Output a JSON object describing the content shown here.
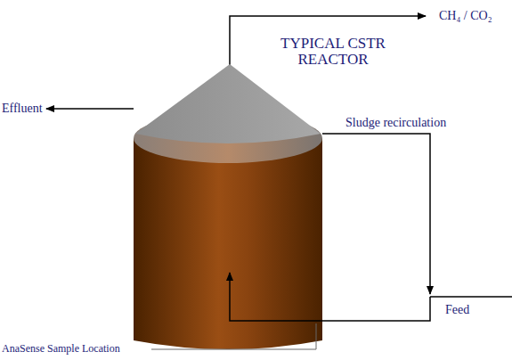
{
  "diagram": {
    "title": "TYPICAL CSTR REACTOR",
    "labels": [
      "CH₄ / CO₂",
      "Sludge recirculation",
      "Effluent",
      "Feed",
      "AnaSense Sample Location"
    ]
  }
}
